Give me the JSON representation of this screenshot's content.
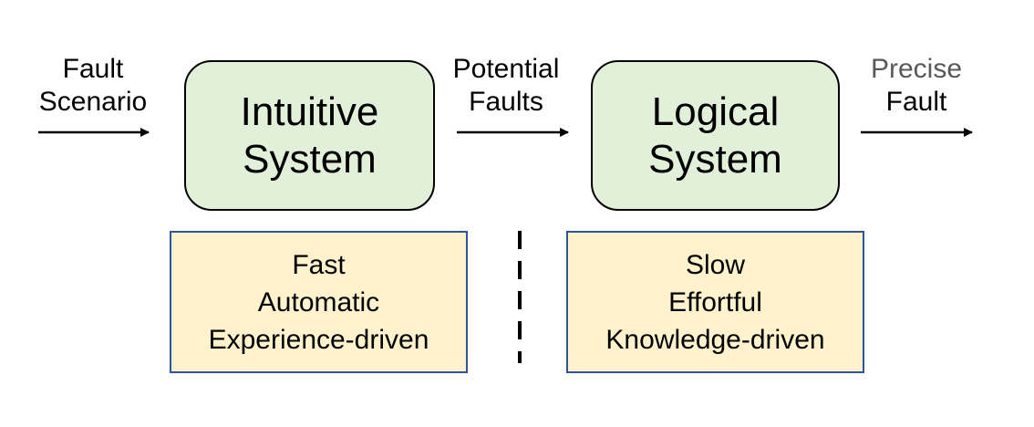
{
  "inputs": {
    "fault_scenario": {
      "line1": "Fault",
      "line2": "Scenario"
    },
    "potential_faults": {
      "line1": "Potential",
      "line2": "Faults"
    },
    "precise_fault": {
      "line1": "Precise",
      "line2": "Fault",
      "line1_color": "#595959"
    }
  },
  "systems": {
    "intuitive": {
      "line1": "Intuitive",
      "line2": "System"
    },
    "logical": {
      "line1": "Logical",
      "line2": "System"
    }
  },
  "traits": {
    "intuitive": [
      "Fast",
      "Automatic",
      "Experience-driven"
    ],
    "logical": [
      "Slow",
      "Effortful",
      "Knowledge-driven"
    ]
  },
  "colors": {
    "system_fill": "#e2efd9",
    "trait_fill": "#fff2cc",
    "trait_border": "#2f5597"
  }
}
